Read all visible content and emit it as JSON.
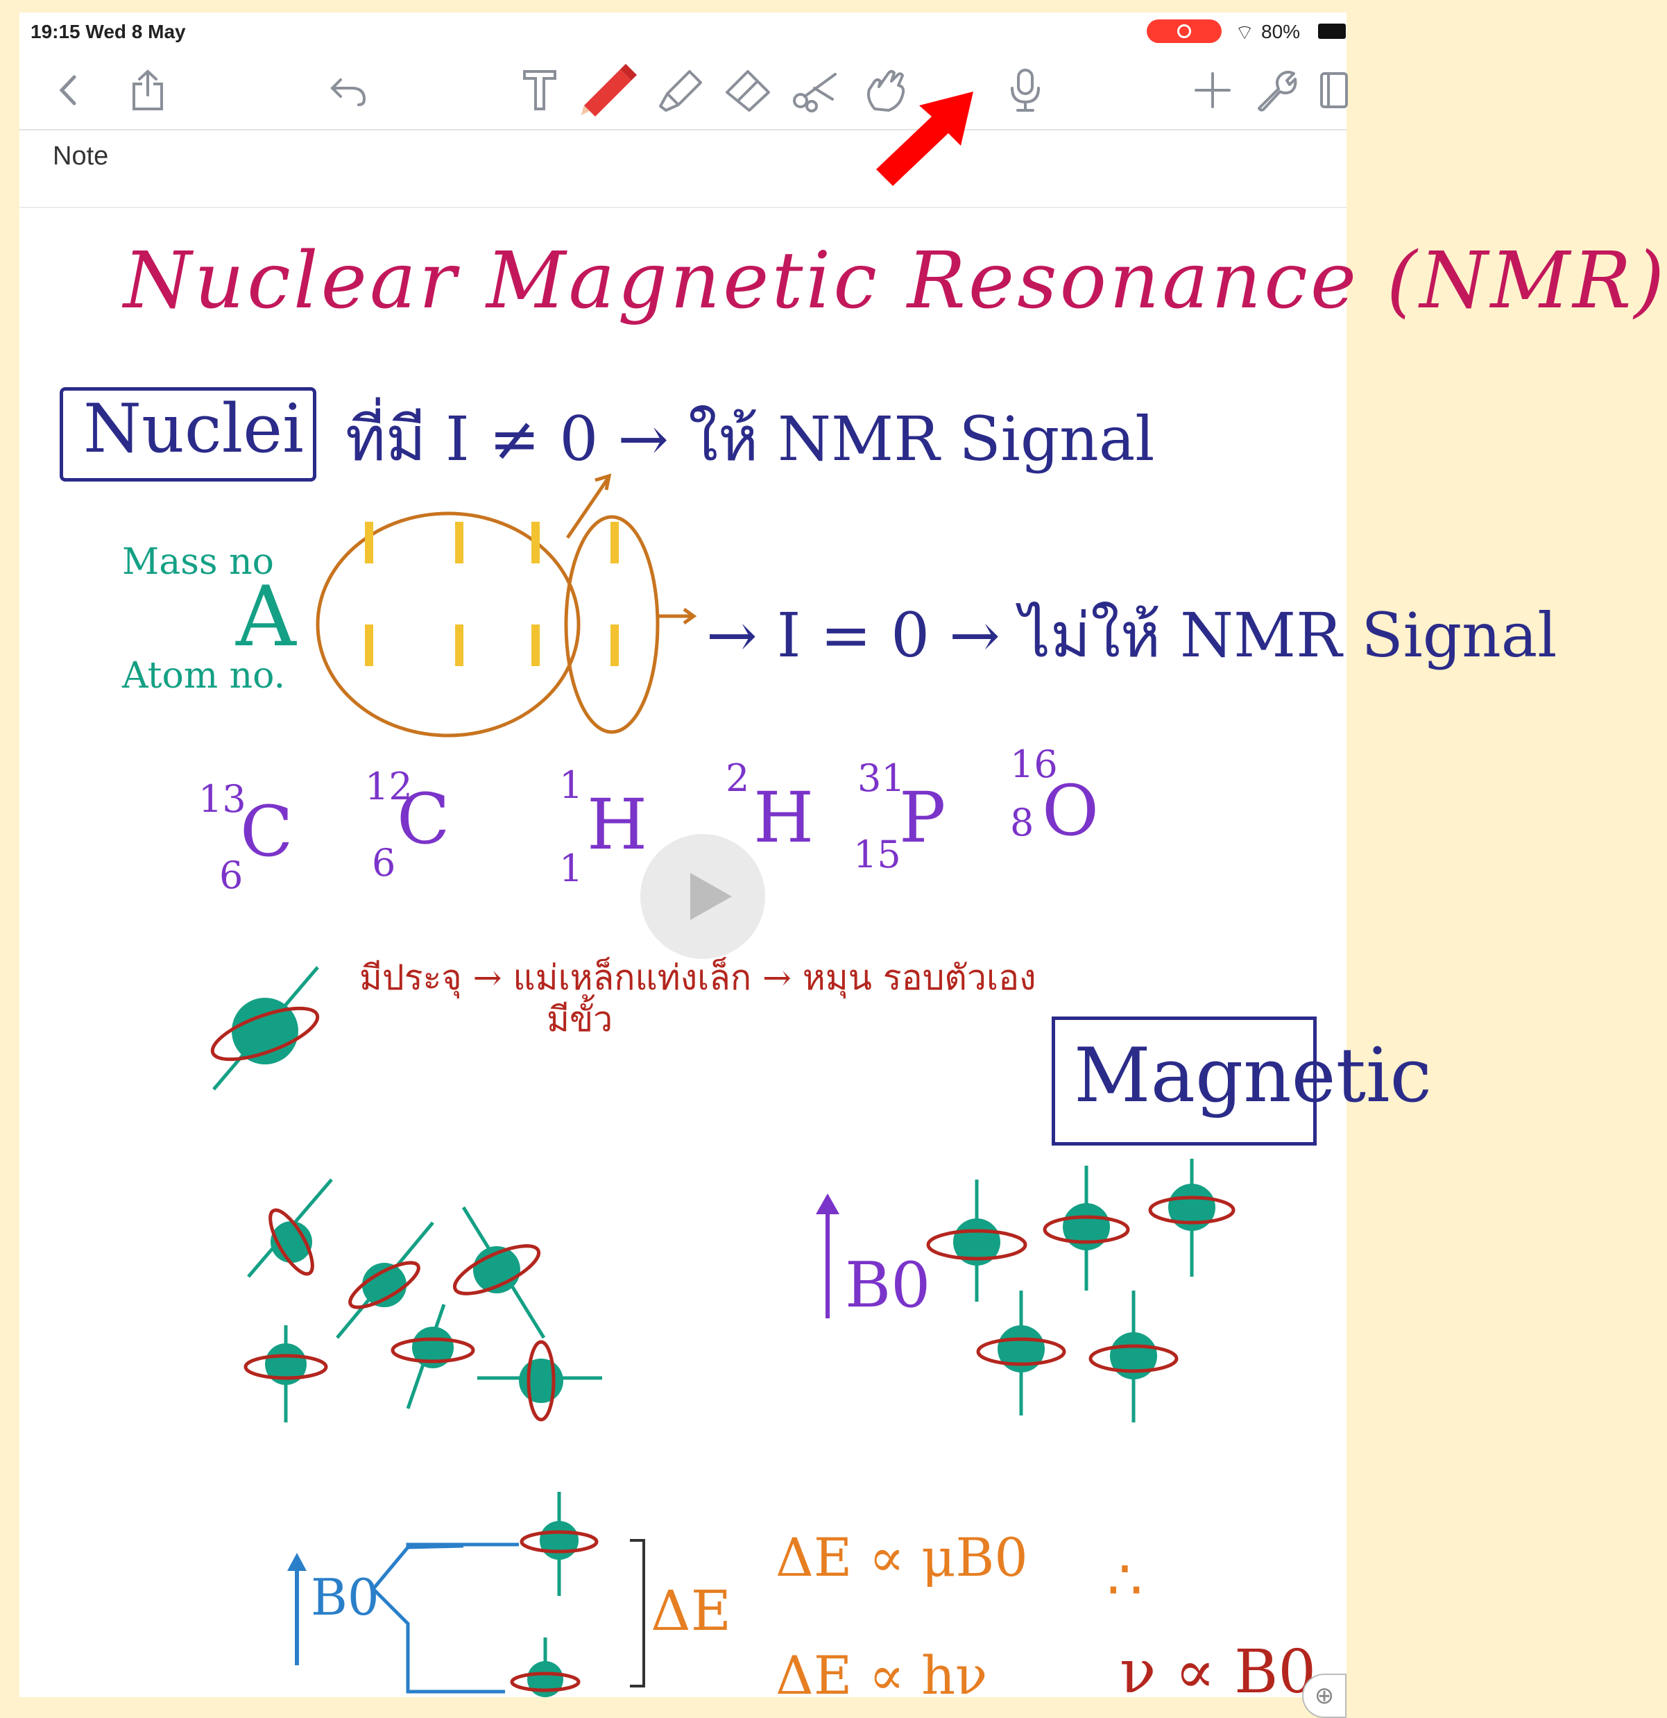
{
  "status_bar": {
    "time_date": "19:15 Wed 8 May",
    "wifi_icon": "wifi-icon",
    "battery": "80%"
  },
  "toolbar": {
    "back_icon": "chevron-left-icon",
    "share_icon": "share-icon",
    "undo_icon": "undo-icon",
    "tools": [
      "text-tool-icon",
      "pen-tool-icon",
      "highlighter-icon",
      "eraser-icon",
      "lasso-icon",
      "hand-icon",
      "microphone-icon",
      "plus-icon",
      "wrench-icon",
      "page-view-icon"
    ],
    "selected_tool": "pen-tool-icon",
    "pen_color": "#e53935"
  },
  "note": {
    "title": "Note",
    "heading": "Nuclear Magnetic Resonance (NMR)",
    "nuclei_label": "Nuclei",
    "condition_nonzero": "ที่มี I ≠ 0 → ให้ NMR Signal",
    "mass_no": "Mass no",
    "atom_no": "Atom no.",
    "symbol_a": "A",
    "condition_zero": "→ I = 0 → ไม่ให้ NMR Signal",
    "isotopes": [
      {
        "mass": "13",
        "atomic": "6",
        "symbol": "C"
      },
      {
        "mass": "12",
        "atomic": "6",
        "symbol": "C"
      },
      {
        "mass": "1",
        "atomic": "1",
        "symbol": "H"
      },
      {
        "mass": "2",
        "atomic": "",
        "symbol": "H"
      },
      {
        "mass": "31",
        "atomic": "15",
        "symbol": "P"
      },
      {
        "mass": "16",
        "atomic": "8",
        "symbol": "O"
      }
    ],
    "spin_note": "มีประจุ → แม่เหล็กแท่งเล็ก → หมุน รอบตัวเอง",
    "spin_sub": "มีขั้ว",
    "magnetic_label": "Magnetic",
    "b0_label": "B0",
    "delta_e": "ΔE",
    "eq1": "ΔE ∝ μB0",
    "eq2": "ΔE ∝ hν",
    "therefore": "∴",
    "eq3": "ν ∝ B0"
  },
  "colors": {
    "title": "#c2185b",
    "ink_blue": "#2b2b8a",
    "teal": "#14a085",
    "purple": "#7b34c9",
    "red": "#b3261e",
    "orange": "#e67e22",
    "accent_arrow": "#ff0000"
  },
  "video_overlay": {
    "icon": "play-icon"
  },
  "zoom_button": {
    "icon": "zoom-in-icon"
  }
}
